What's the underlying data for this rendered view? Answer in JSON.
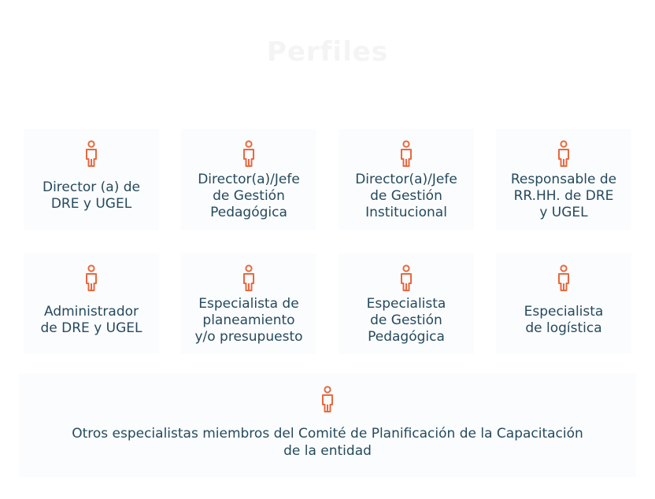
{
  "page": {
    "title": "Perfiles"
  },
  "colors": {
    "icon": "#e8683f",
    "text": "#254a5c",
    "card_bg": "#fbfcfd"
  },
  "icon_name": "person-icon",
  "cards": [
    {
      "label": "Director (a) de\nDRE y UGEL"
    },
    {
      "label": "Director(a)/Jefe\nde Gestión\nPedagógica"
    },
    {
      "label": "Director(a)/Jefe\nde Gestión\nInstitucional"
    },
    {
      "label": "Responsable de\nRR.HH. de DRE\ny UGEL"
    },
    {
      "label": "Administrador\nde DRE y UGEL"
    },
    {
      "label": "Especialista de\nplaneamiento\ny/o presupuesto"
    },
    {
      "label": "Especialista\nde Gestión\nPedagógica"
    },
    {
      "label": "Especialista\nde logística"
    }
  ],
  "wide_card": {
    "label": "Otros especialistas miembros del Comité de Planificación de la Capacitación\nde la entidad"
  }
}
